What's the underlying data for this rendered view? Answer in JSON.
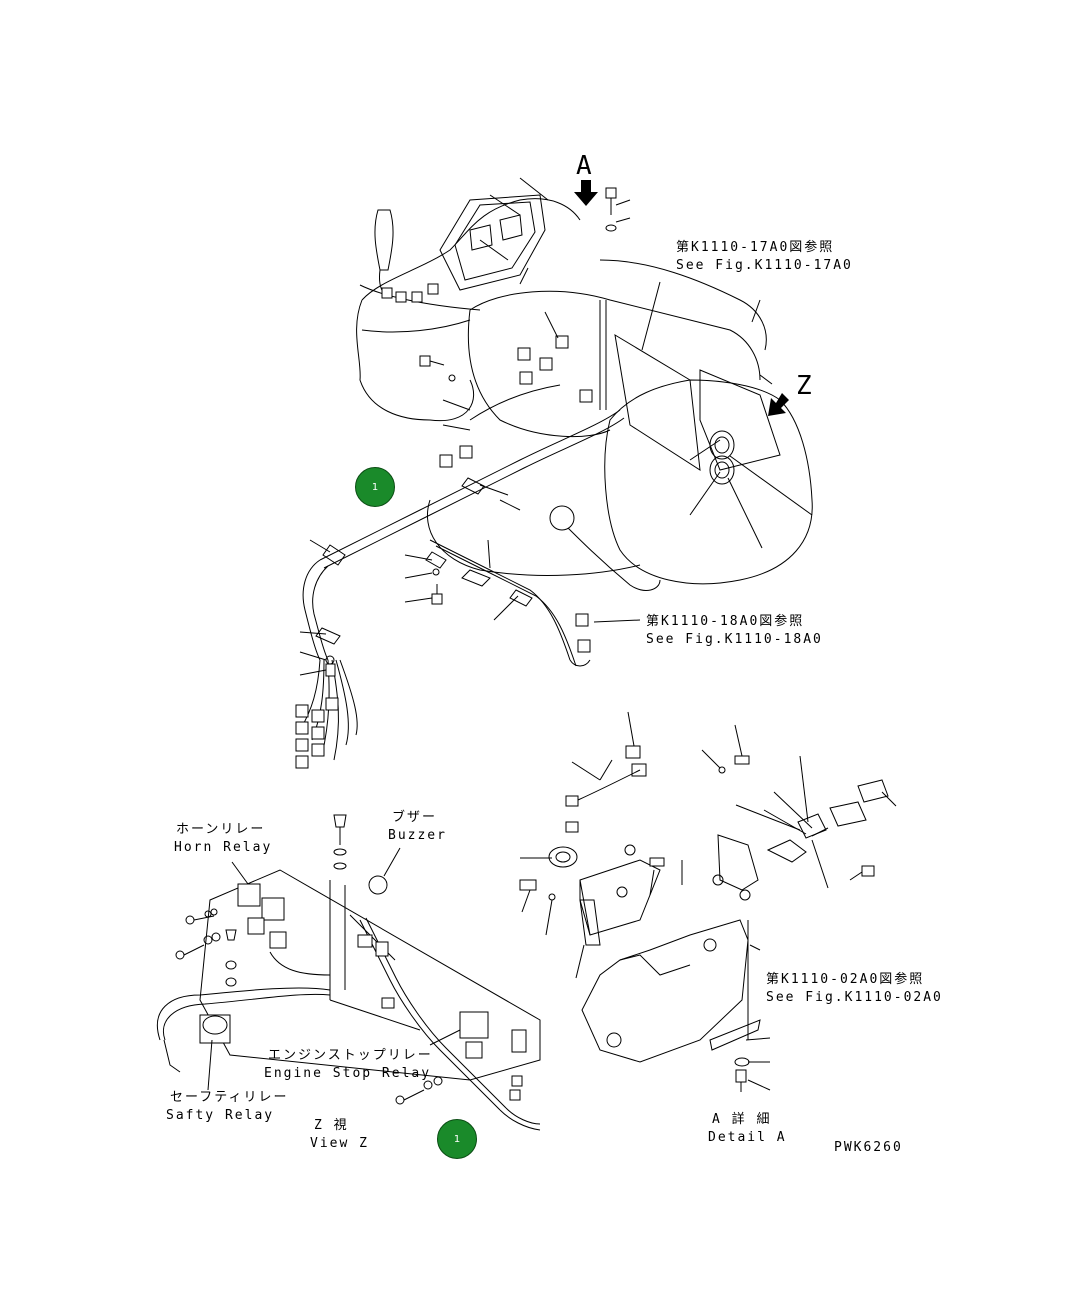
{
  "labels": {
    "view_arrow_a": "A",
    "view_arrow_z": "Z",
    "ref_17a0_jp": "第K1110-17A0図参照",
    "ref_17a0_en": "See Fig.K1110-17A0",
    "ref_18a0_jp": "第K1110-18A0図参照",
    "ref_18a0_en": "See Fig.K1110-18A0",
    "ref_02a0_jp": "第K1110-02A0図参照",
    "ref_02a0_en": "See Fig.K1110-02A0",
    "horn_relay_jp": "ホーンリレー",
    "horn_relay_en": "Horn Relay",
    "buzzer_jp": "ブザー",
    "buzzer_en": "Buzzer",
    "engine_stop_relay_jp": "エンジンストップリレー",
    "engine_stop_relay_en": "Engine Stop Relay",
    "safety_relay_jp": "セーフティリレー",
    "safety_relay_en": "Safty Relay",
    "view_z_jp": "Z 視",
    "view_z_en": "View Z",
    "detail_a_jp": "A 詳 細",
    "detail_a_en": "Detail A",
    "drawing_no": "PWK6260"
  },
  "callouts": [
    {
      "id": "1",
      "label": "1"
    },
    {
      "id": "1",
      "label": "1"
    }
  ],
  "colors": {
    "callout_fill": "#1a8a2a",
    "line": "#000000",
    "background": "#ffffff"
  }
}
